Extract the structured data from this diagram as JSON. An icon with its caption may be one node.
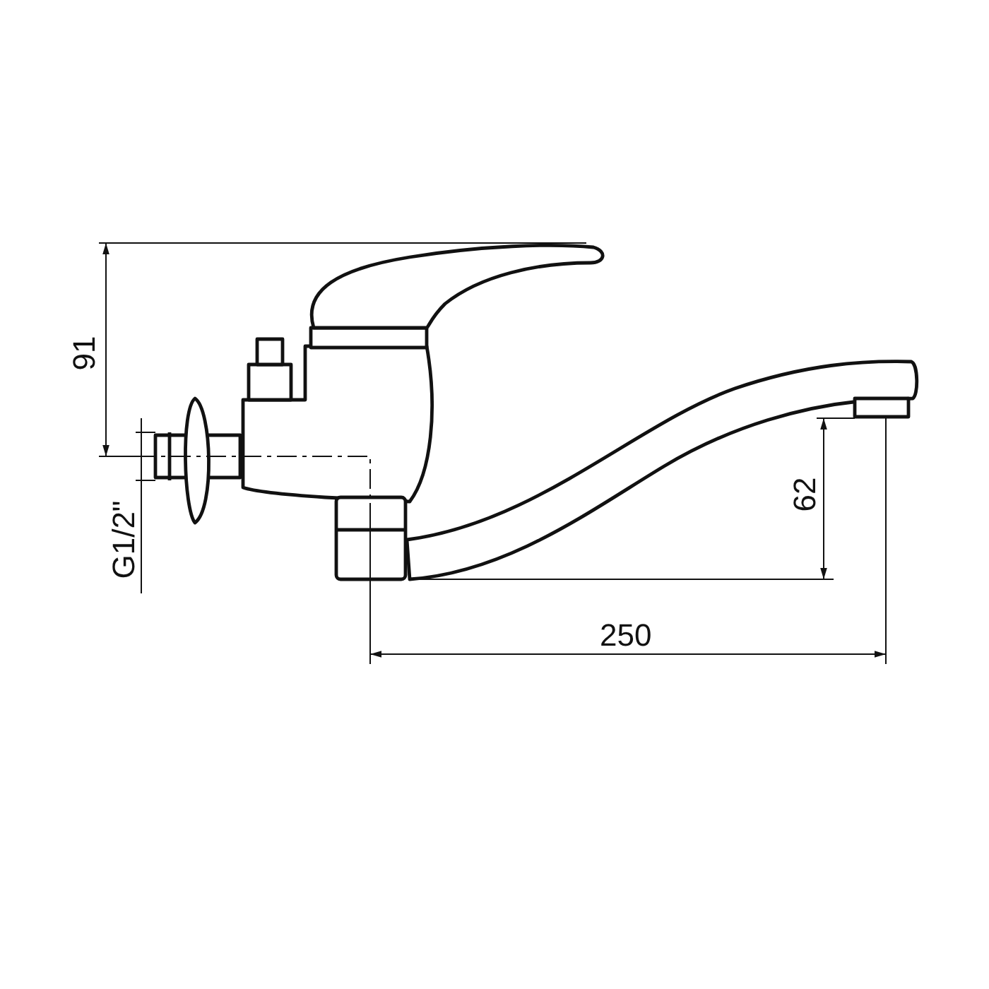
{
  "diagram": {
    "labels": [
      "91",
      "G1/2\"",
      "62",
      "250"
    ]
  }
}
